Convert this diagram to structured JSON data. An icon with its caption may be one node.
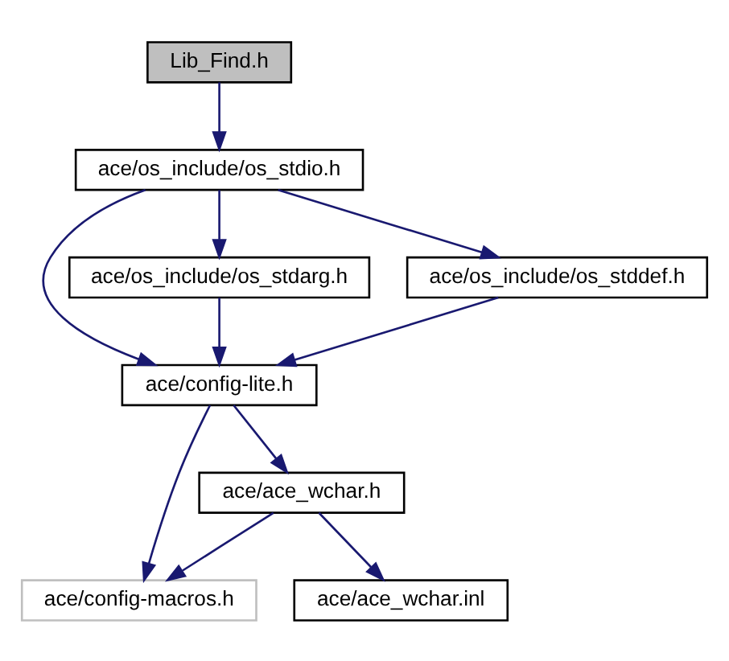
{
  "diagram": {
    "nodes": [
      {
        "text": [
          "Lib_Find.h"
        ]
      },
      {
        "text": [
          "ace/os_include/os_stdio.h"
        ]
      },
      {
        "text": [
          "ace/os_include/os_stdarg.h"
        ]
      },
      {
        "text": [
          "ace/os_include/os_stddef.h"
        ]
      },
      {
        "text": [
          "ace/config-lite.h"
        ]
      },
      {
        "text": [
          "ace/ace_wchar.h"
        ]
      },
      {
        "text": [
          "ace/config-macros.h"
        ]
      },
      {
        "text": [
          "ace/ace_wchar.inl"
        ]
      }
    ],
    "edges": [
      {
        "from": 0,
        "to": 1,
        "arrow": "to"
      },
      {
        "from": 1,
        "to": 4,
        "arrow": "to"
      },
      {
        "from": 1,
        "to": 2,
        "arrow": "to"
      },
      {
        "from": 1,
        "to": 3,
        "arrow": "to"
      },
      {
        "from": 2,
        "to": 4,
        "arrow": "to"
      },
      {
        "from": 3,
        "to": 4,
        "arrow": "to"
      },
      {
        "from": 4,
        "to": 6,
        "arrow": "to"
      },
      {
        "from": 4,
        "to": 5,
        "arrow": "to"
      },
      {
        "from": 5,
        "to": 6,
        "arrow": "to"
      },
      {
        "from": 5,
        "to": 7,
        "arrow": "to"
      }
    ]
  }
}
